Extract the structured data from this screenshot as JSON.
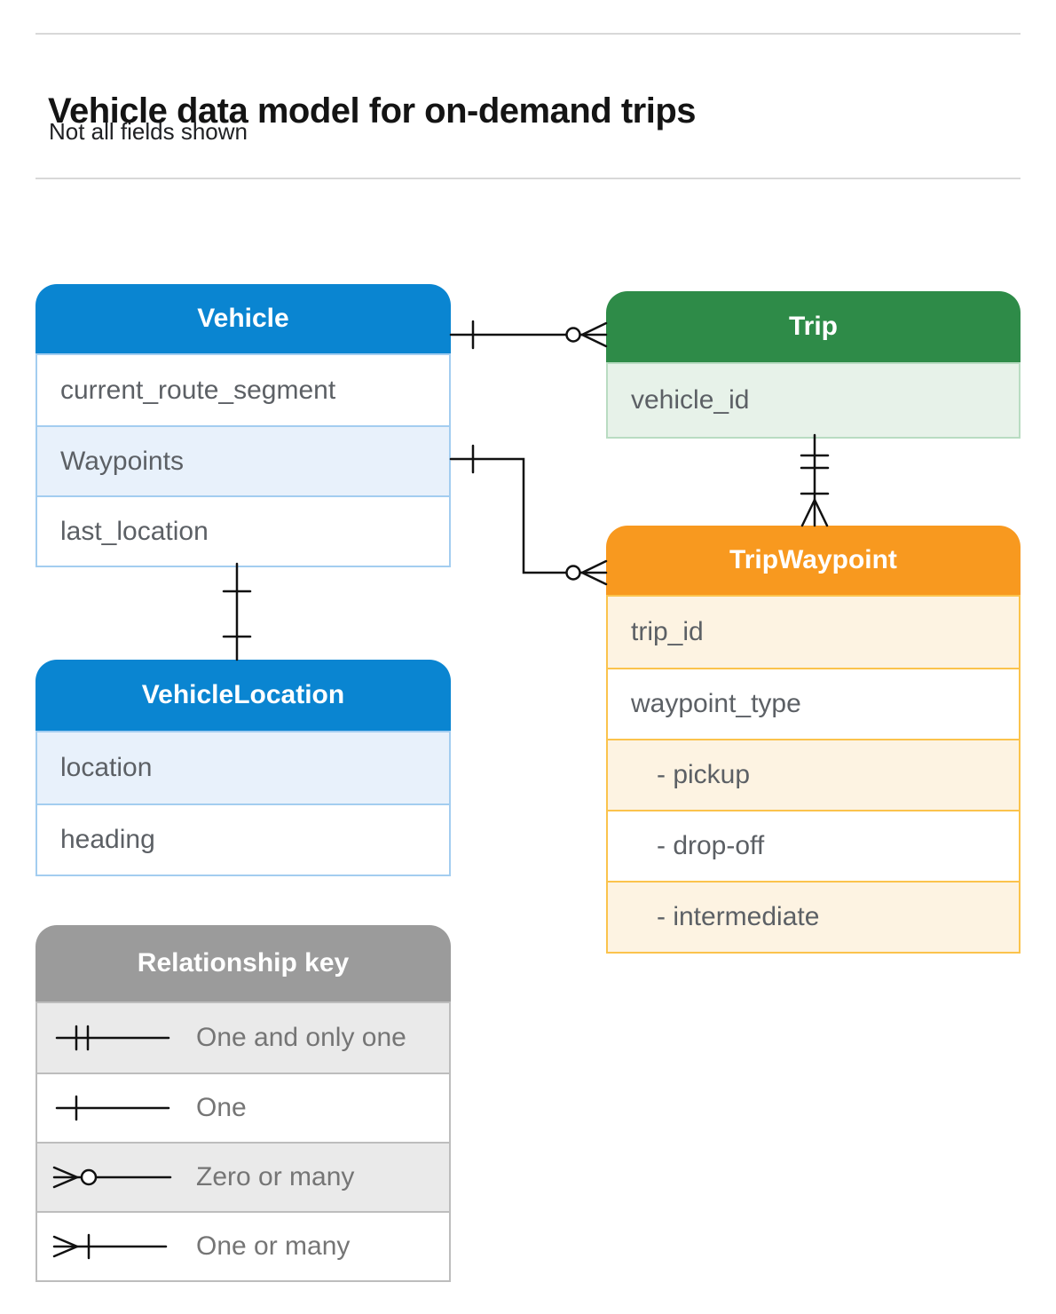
{
  "page": {
    "title": "Vehicle data model for on-demand trips",
    "subtitle": "Not all fields shown"
  },
  "tables": {
    "vehicle": {
      "title": "Vehicle",
      "fields": [
        "current_route_segment",
        "Waypoints",
        "last_location"
      ]
    },
    "trip": {
      "title": "Trip",
      "fields": [
        "vehicle_id"
      ]
    },
    "trip_waypoint": {
      "title": "TripWaypoint",
      "fields": [
        "trip_id",
        "waypoint_type",
        "- pickup",
        "- drop-off",
        "- intermediate"
      ]
    },
    "vehicle_location": {
      "title": "VehicleLocation",
      "fields": [
        "location",
        "heading"
      ]
    }
  },
  "legend": {
    "title": "Relationship key",
    "items": [
      {
        "icon": "one-and-only-one-icon",
        "label": "One and only one"
      },
      {
        "icon": "one-icon",
        "label": "One"
      },
      {
        "icon": "zero-or-many-icon",
        "label": "Zero or many"
      },
      {
        "icon": "one-or-many-icon",
        "label": "One or many"
      }
    ]
  },
  "relationships": [
    {
      "from": "Vehicle",
      "to": "Trip",
      "from_cardinality": "one",
      "to_cardinality": "zero-or-many"
    },
    {
      "from": "Vehicle.Waypoints",
      "to": "TripWaypoint",
      "from_cardinality": "one",
      "to_cardinality": "zero-or-many"
    },
    {
      "from": "Trip",
      "to": "TripWaypoint",
      "from_cardinality": "one-and-only-one",
      "to_cardinality": "one-or-many"
    },
    {
      "from": "Vehicle",
      "to": "VehicleLocation",
      "from_cardinality": "one",
      "to_cardinality": "one"
    }
  ],
  "colors": {
    "blue_header": "#0a85d1",
    "blue_row_tint": "#e8f1fb",
    "blue_border": "#a3cdf0",
    "green_header": "#2e8b48",
    "green_row_tint": "#e7f2e9",
    "green_border": "#b9dcc2",
    "orange_header": "#f8991f",
    "orange_row_tint": "#fdf3e2",
    "orange_border": "#fbc34c",
    "gray_header": "#9b9b9b",
    "gray_row_tint": "#eaeaea",
    "gray_border": "#bdbdbd",
    "field_text": "#5c6065",
    "legend_text": "#757575",
    "connector_line": "#111111",
    "divider": "#d8d8d8"
  }
}
